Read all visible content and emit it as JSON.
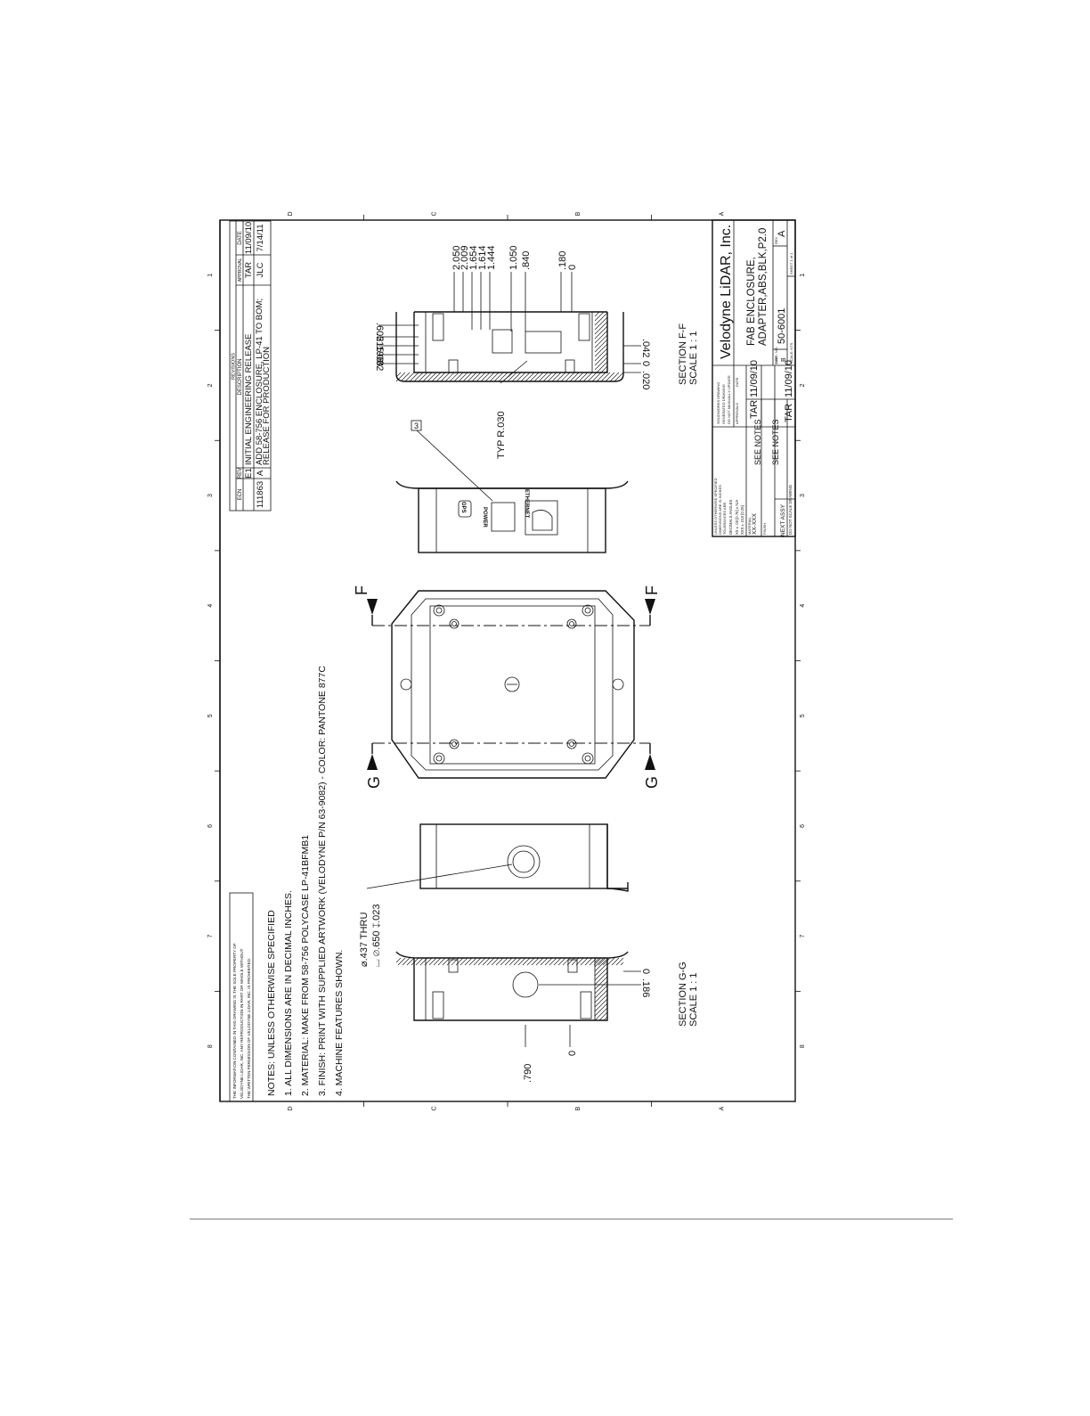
{
  "border": {
    "zone_numbers": [
      "1",
      "2",
      "3",
      "4",
      "5",
      "6",
      "7",
      "8"
    ],
    "zone_letters": [
      "A",
      "B",
      "C",
      "D"
    ]
  },
  "proprietary": [
    "THE INFORMATION CONTAINED IN THIS DRAWING IS THE SOLE PROPERTY OF",
    "VELODYNE LIDAR, INC. ANY REPRODUCTION IN PART OR WHOLE WITHOUT",
    "THE WRITTEN PERMISSION OF VELODYNE LIDAR, INC. IS PROHIBITED."
  ],
  "notes": {
    "heading": "NOTES: UNLESS OTHERWISE SPECIFIED",
    "items": [
      "1.  ALL DIMENSIONS ARE IN DECIMAL INCHES.",
      "2.  MATERIAL: MAKE FROM 58-756 POLYCASE LP-41BFMB1",
      "3.  FINISH: PRINT WITH SUPPLIED ARTWORK (VELODYNE P/N 63-9082) - COLOR: PANTONE 877C",
      "4.  MACHINE FEATURES SHOWN."
    ]
  },
  "revisions": {
    "title": "REVISIONS",
    "headers": {
      "ecn": "ECN",
      "rev": "REV",
      "description": "DESCRIPTION",
      "approval": "APPROVAL",
      "date": "DATE"
    },
    "rows": [
      {
        "ecn": "",
        "rev": "E1",
        "description": "INITIAL ENGINEERING RELEASE",
        "description2": "",
        "approval": "TAR",
        "date": "11/09/10"
      },
      {
        "ecn": "111863",
        "rev": "A",
        "description": "ADD 58-756 ENCLOSURE, LP-41 TO BOM;",
        "description2": "RELEASE FOR PRODUCTION",
        "approval": "JLC",
        "date": "7/14/11"
      }
    ]
  },
  "title_block": {
    "company": "Velodyne LiDAR, Inc.",
    "title_line1": "FAB ENCLOSURE,",
    "title_line2": "ADAPTER,ABS,BLK,P2.0",
    "dwg_no_label": "DWG. NO.",
    "dwg_no": "50-6001",
    "size_label": "SIZE",
    "size": "B",
    "rev_label": "REV",
    "rev": "A",
    "scale_label": "SCALE: NTS",
    "sheet_label": "SHEET 1 of 1",
    "approvals_label": "APPROVALS",
    "date_label": "DATE",
    "drawn": "TAR",
    "drawn_date": "11/09/10",
    "by_label": "BY",
    "by": "TAR",
    "by_date": "11/09/10",
    "material_label": "MATERIAL",
    "material": "SEE NOTES",
    "finish_label": "FINISH",
    "finish": "SEE NOTES",
    "solidworks": [
      "SOLIDWORKS DRAWING",
      "GENERATED DRAWING",
      "DO NOT MANUALLY UPDATE"
    ],
    "tolerances": [
      "UNLESS OTHERWISE SPECIFIED",
      "DIMENSIONS ARE IN INCHES",
      "TOLERANCES ARE:",
      "DECIMALS         ANGLES",
      "XX  ± .03 [0.76]      ± N/A",
      "XXX ± .010 [0.25]"
    ],
    "next_assy_label": "NEXT ASSY",
    "next_assy": "XX-XXX",
    "do_not_scale": "DO NOT SCALE DRAWING"
  },
  "views": {
    "section_ff": {
      "label": "SECTION F-F",
      "scale": "SCALE 1 : 1"
    },
    "section_gg": {
      "label": "SECTION G-G",
      "scale": "SCALE 1 : 1"
    },
    "cut_f": "F",
    "cut_g": "G",
    "typ_radius": "TYP R.030",
    "balloon": "3",
    "ports": {
      "ethernet": "ETHERNET",
      "power": "POWER",
      "gps": "GPS"
    },
    "hole_callout_1": "⌀.437 THRU",
    "hole_callout_2": "⌴ ⌀.650 ↧.023"
  },
  "dimensions": {
    "ff_top": [
      "2.050",
      "2.009",
      "1.654",
      "1.614",
      "1.444",
      "1.050",
      ".840",
      ".180",
      "0"
    ],
    "ff_left": [
      ".602",
      ".515",
      ".196",
      ".082",
      "0"
    ],
    "ff_bottom": [
      "0",
      ".020",
      ".042"
    ],
    "gg": [
      ".790",
      "0",
      "0",
      ".186"
    ]
  }
}
